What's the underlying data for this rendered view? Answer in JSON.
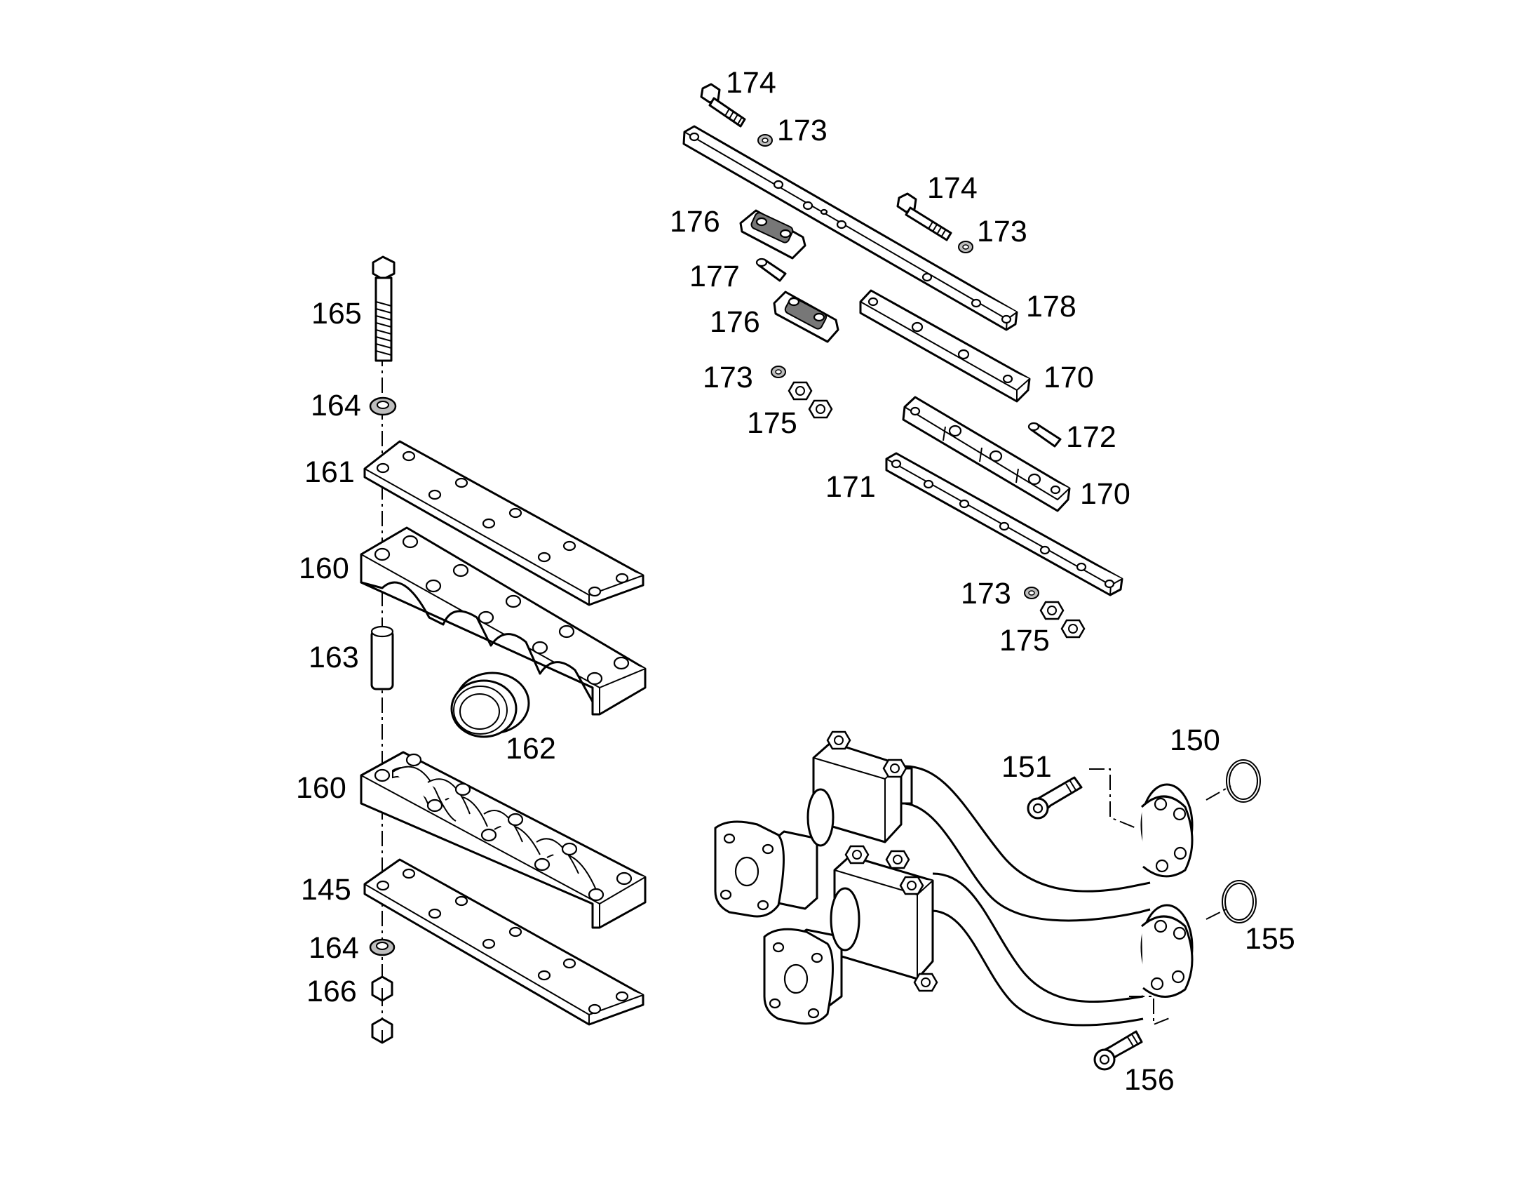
{
  "diagram": {
    "labels": {
      "l174a": "174",
      "l173a": "173",
      "l174b": "174",
      "l173b": "173",
      "l176a": "176",
      "l177": "177",
      "l178": "178",
      "l176b": "176",
      "l173c": "173",
      "l170a": "170",
      "l175a": "175",
      "l172": "172",
      "l171": "171",
      "l170b": "170",
      "l173d": "173",
      "l175b": "175",
      "l165": "165",
      "l164a": "164",
      "l161": "161",
      "l160a": "160",
      "l163": "163",
      "l162": "162",
      "l160b": "160",
      "l145": "145",
      "l164b": "164",
      "l166": "166",
      "l151": "151",
      "l150": "150",
      "l155": "155",
      "l156": "156"
    }
  }
}
